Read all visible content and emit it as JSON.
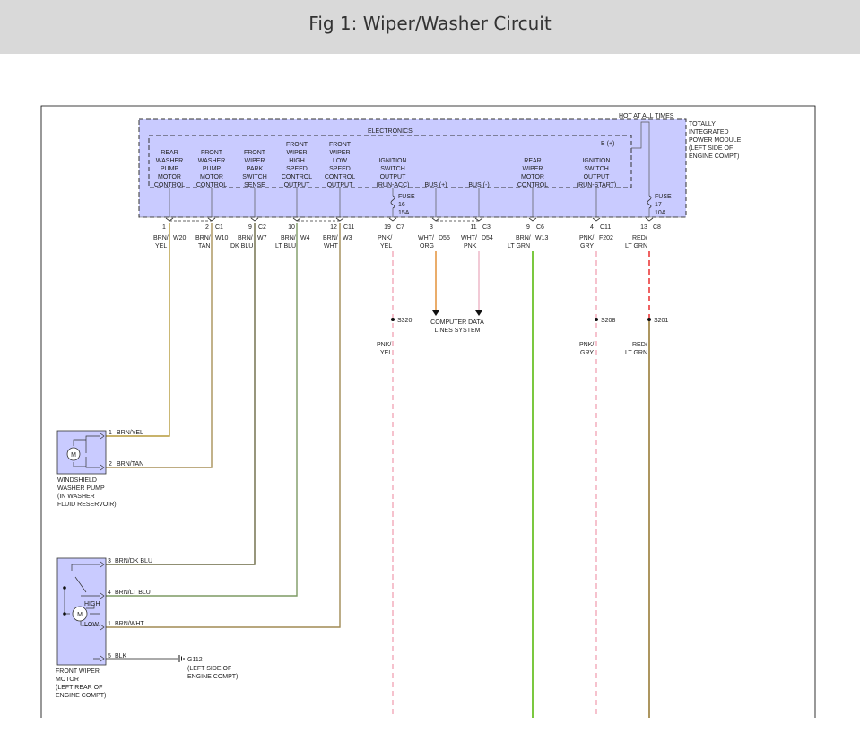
{
  "header": {
    "title": "Fig 1: Wiper/Washer Circuit"
  },
  "colors": {
    "module_fill": "#c9cbff",
    "header_bg": "#d9d9d9",
    "brn_yel": "#b59a3a",
    "brn_tan": "#a89159",
    "brn_dk_blu": "#6b6a45",
    "brn_lt_blu": "#7d9a63",
    "brn_wht": "#a08a54",
    "pnk": "#f2a9b8",
    "wht_org": "#e08a2c",
    "wht_pnk": "#ecb4c4",
    "brn_lt_grn": "#6cc22a",
    "red": "#e82020",
    "red_lt_grn": "#8a6a1c"
  },
  "module": {
    "hot_label": "HOT AT ALL TIMES",
    "name": [
      "TOTALLY",
      "INTEGRATED",
      "POWER MODULE",
      "(LEFT SIDE OF",
      "ENGINE COMPT)"
    ],
    "electronics": "ELECTRONICS",
    "b_plus": "B (+)",
    "functions": [
      [
        "REAR",
        "WASHER",
        "PUMP",
        "MOTOR",
        "CONTROL"
      ],
      [
        "FRONT",
        "WASHER",
        "PUMP",
        "MOTOR",
        "CONTROL"
      ],
      [
        "FRONT",
        "WIPER",
        "PARK",
        "SWITCH",
        "SENSE"
      ],
      [
        "FRONT",
        "WIPER",
        "HIGH",
        "SPEED",
        "CONTROL",
        "OUTPUT"
      ],
      [
        "FRONT",
        "WIPER",
        "LOW",
        "SPEED",
        "CONTROL",
        "OUTPUT"
      ],
      [
        "IGNITION",
        "SWITCH",
        "OUTPUT",
        "(RUN-ACC)"
      ],
      [
        "BUS (+)"
      ],
      [
        "BUS (-)"
      ],
      [
        "REAR",
        "WIPER",
        "MOTOR",
        "CONTROL"
      ],
      [
        "IGNITION",
        "SWITCH",
        "OUTPUT",
        "(RUN-START)"
      ]
    ],
    "fuse16": [
      "FUSE",
      "16",
      "15A"
    ],
    "fuse17": [
      "FUSE",
      "17",
      "10A"
    ]
  },
  "pins": [
    {
      "num": "1",
      "conn": ""
    },
    {
      "num": "2",
      "conn": "C1"
    },
    {
      "num": "9",
      "conn": "C2"
    },
    {
      "num": "10",
      "conn": ""
    },
    {
      "num": "12",
      "conn": "C11"
    },
    {
      "num": "19",
      "conn": "C7"
    },
    {
      "num": "3",
      "conn": ""
    },
    {
      "num": "11",
      "conn": "C3"
    },
    {
      "num": "9",
      "conn": "C6"
    },
    {
      "num": "4",
      "conn": "C11"
    },
    {
      "num": "13",
      "conn": "C8"
    }
  ],
  "wires": [
    {
      "color": "BRN/",
      "color2": "YEL",
      "circuit": "W20"
    },
    {
      "color": "BRN/",
      "color2": "TAN",
      "circuit": "W10"
    },
    {
      "color": "BRN/",
      "color2": "DK BLU",
      "circuit": "W7"
    },
    {
      "color": "BRN/",
      "color2": "LT BLU",
      "circuit": "W4"
    },
    {
      "color": "BRN/",
      "color2": "WHT",
      "circuit": "W3"
    },
    {
      "color": "PNK/",
      "color2": "YEL",
      "circuit": ""
    },
    {
      "color": "WHT/",
      "color2": "ORG",
      "circuit": "D55"
    },
    {
      "color": "WHT/",
      "color2": "PNK",
      "circuit": "D54"
    },
    {
      "color": "BRN/",
      "color2": "LT GRN",
      "circuit": "W13"
    },
    {
      "color": "PNK/",
      "color2": "GRY",
      "circuit": "F202"
    },
    {
      "color": "RED/",
      "color2": "LT GRN",
      "circuit": ""
    }
  ],
  "splices": [
    {
      "id": "S320",
      "below": [
        "PNK/",
        "YEL"
      ]
    },
    {
      "id": "S208",
      "below": [
        "PNK/",
        "GRY"
      ]
    },
    {
      "id": "S201",
      "below": [
        "RED/",
        "LT GRN"
      ]
    }
  ],
  "computer_data": [
    "COMPUTER DATA",
    "LINES SYSTEM"
  ],
  "washer_pump": {
    "label": [
      "WINDSHIELD",
      "WASHER PUMP",
      "(IN WASHER",
      "FLUID RESERVOIR)"
    ],
    "motor": "M",
    "pins": [
      {
        "num": "1",
        "wire": "BRN/YEL"
      },
      {
        "num": "2",
        "wire": "BRN/TAN"
      }
    ]
  },
  "front_motor": {
    "label": [
      "FRONT WIPER",
      "MOTOR",
      "(LEFT REAR OF",
      "ENGINE COMPT)"
    ],
    "motor": "M",
    "high": "HIGH",
    "low": "LOW",
    "pins": [
      {
        "num": "3",
        "wire": "BRN/DK BLU"
      },
      {
        "num": "4",
        "wire": "BRN/LT BLU"
      },
      {
        "num": "1",
        "wire": "BRN/WHT"
      },
      {
        "num": "5",
        "wire": "BLK"
      }
    ]
  },
  "ground": {
    "id": "G112",
    "label": [
      "(LEFT SIDE OF",
      "ENGINE COMPT)"
    ]
  }
}
